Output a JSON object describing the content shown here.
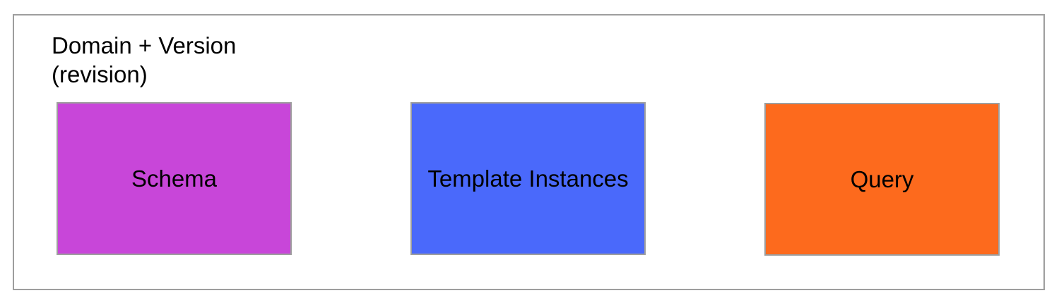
{
  "container": {
    "title_line1": "Domain + Version",
    "title_line2": "(revision)"
  },
  "boxes": [
    {
      "label": "Schema",
      "color": "#c846d9"
    },
    {
      "label": "Template Instances",
      "color": "#4a69fb"
    },
    {
      "label": "Query",
      "color": "#fd6a1d"
    }
  ],
  "colors": {
    "border": "#9e9e9e",
    "text": "#000000",
    "background": "#ffffff"
  }
}
